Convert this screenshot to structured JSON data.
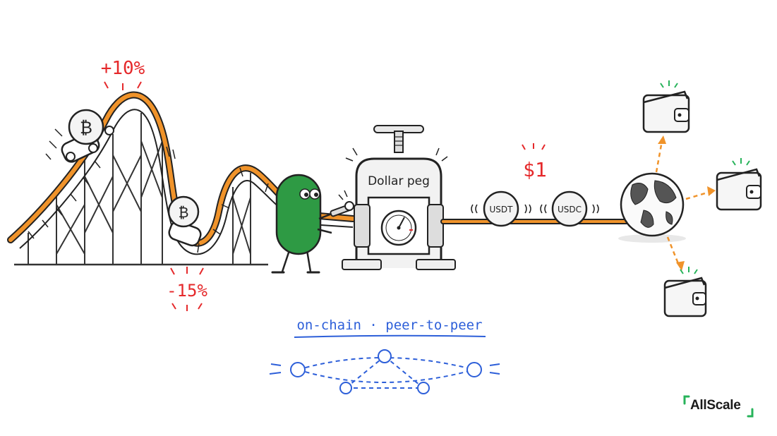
{
  "labels": {
    "gain": "+10%",
    "loss": "-15%",
    "press": "Dollar peg",
    "price": "$1",
    "coin_left": "USDT",
    "coin_right": "USDC",
    "network": "on-chain · peer-to-peer",
    "btc_symbol": "₿",
    "logo": "AllScale"
  },
  "colors": {
    "track": "#f0932a",
    "red": "#e5292b",
    "blue": "#2d5fd9",
    "green_blob": "#2e9a44",
    "accent_green": "#27b35a",
    "ink": "#222222"
  },
  "icons": {
    "wallet": "wallet-icon",
    "globe": "globe-icon",
    "gauge": "gauge-icon",
    "coin": "bitcoin-coin-icon"
  }
}
